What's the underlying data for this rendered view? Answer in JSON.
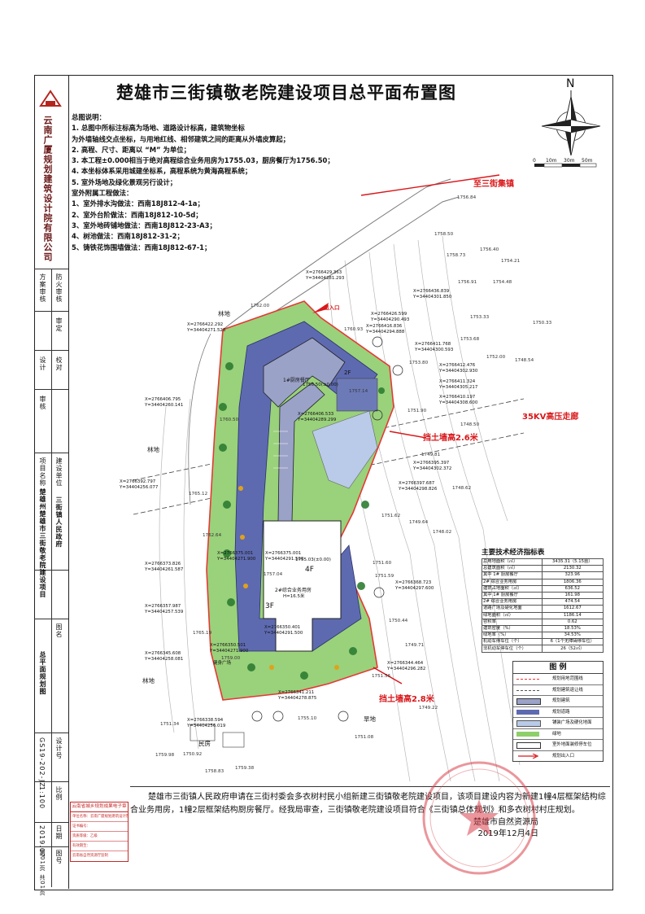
{
  "title": "楚雄市三街镇敬老院建设项目总平面布置图",
  "company": "云南广厦规划建筑设计院有限公司",
  "notes": {
    "heading": "总图说明：",
    "items": [
      "1. 总图中所标注标高为场地、道路设计标高，建筑物坐标",
      "为外墙轴线交点坐标，与用地红线、相邻建筑之间的距离从外墙皮算起；",
      "2. 高程、尺寸、距离以 “M” 为单位；",
      "3. 本工程±0.000相当于绝对高程综合业务用房为1755.03，厨房餐厅为1756.50；",
      "4. 本坐标体系采用城建坐标系，高程系统为黄海高程系统；",
      "5. 室外场地及绿化景观另行设计；",
      "室外附属工程做法：",
      "1、室外排水沟做法：西南18J812-4-1a；",
      "2、室外台阶做法：西南18J812-10-5d；",
      "3、室外地砖铺地做法：西南18J812-23-A3；",
      "4、树池做法：西南18J812-31-2；",
      "5、铸铁花饰围墙做法：西南18J812-67-1；"
    ]
  },
  "title_block": {
    "labels": [
      "防火审核",
      "方案审核",
      "审定",
      "设计",
      "校对",
      "审核",
      "建设单位",
      "项目名称",
      "图名",
      "设计号",
      "比例",
      "日期",
      "图号"
    ],
    "client": "三街镇人民政府",
    "project": "楚雄州楚雄市三街敬老院建设项目",
    "drawing": "总平面规划图",
    "design_no": "GS19-202-JZ",
    "scale": "1:100",
    "date": "2019.07",
    "sheet": "第01页 共01页"
  },
  "north_label": "N",
  "scale_bar": [
    "0",
    "10m",
    "30m",
    "50m"
  ],
  "labels": {
    "to_town": "至三街集镇",
    "corridor": "35KV高压走廊",
    "wall1": "挡土墙高2.6米",
    "wall2": "挡土墙高2.8米",
    "woodland": "林地",
    "dryland": "旱地",
    "houses": "民房",
    "entrance": "出入口",
    "kitchen": "1#厨房餐厅",
    "main_bldg": "2#综合业务用房",
    "floors_4": "4F",
    "floors_3": "3F",
    "floors_2": "2F",
    "kitchen_elev": "1756.50(±0.00)",
    "main_elev": "1755.03(±0.00)",
    "court": "健身广场",
    "h16": "H=16.5米"
  },
  "coords": [
    "X=2766429.363\nY=34404281.293",
    "X=2766436.839\nY=34404301.850",
    "X=2766426.599\nY=34404290.493",
    "X=2766422.292\nY=34404271.528",
    "X=2766416.836\nY=34404294.888",
    "X=2766411.768\nY=34404300.593",
    "X=2766412.476\nY=34404302.930",
    "X=2766411.324\nY=34404305.217",
    "X=2766410.197\nY=34404308.600",
    "X=2766406.795\nY=34404260.141",
    "X=2766406.533\nY=34404289.299",
    "X=2766395.397\nY=34404302.372",
    "X=2766392.797\nY=34404256.077",
    "X=2766397.687\nY=34404298.826",
    "X=2766375.001\nY=34404271.900",
    "X=2766375.001\nY=34404291.500",
    "X=2766373.826\nY=34404261.587",
    "X=2766368.723\nY=34404297.600",
    "X=2766357.987\nY=34404257.539",
    "X=2766350.401\nY=34404291.500",
    "X=2766350.501\nY=34404271.900",
    "X=2766345.608\nY=34404258.081",
    "X=2766344.464\nY=34404296.282",
    "X=2766341.211\nY=34404278.875",
    "X=2766338.594\nY=34404256.019"
  ],
  "elevations": [
    "1756.84",
    "1758.50",
    "1756.40",
    "1758.73",
    "1754.21",
    "1756.91",
    "1754.48",
    "1753.33",
    "1750.33",
    "1753.68",
    "1752.00",
    "1748.54",
    "1753.80",
    "1751.90",
    "1748.50",
    "1749.81",
    "1748.62",
    "1751.62",
    "1749.64",
    "1748.02",
    "1751.60",
    "1751.59",
    "1751.56",
    "1750.44",
    "1749.71",
    "1749.22",
    "1751.34",
    "1755.10",
    "1751.08",
    "1759.98",
    "1759.38",
    "1750.92",
    "1758.83",
    "1760.50",
    "1762.00",
    "1760.93",
    "1757.14",
    "1757.04",
    "1759.00",
    "1765.19",
    "1762.64",
    "1765.12"
  ],
  "indicators": {
    "title": "主要技术经济指标表",
    "rows": [
      [
        "总用地面积（㎡）",
        "3435.31（5.15亩）"
      ],
      [
        "总建筑面积（㎡）",
        "2130.32"
      ],
      [
        "其中 1# 厨房餐厅",
        "323.96"
      ],
      [
        "2# 综合业务用房",
        "1806.36"
      ],
      [
        "建筑占地面积（㎡）",
        "636.52"
      ],
      [
        "其中 1# 厨房餐厅",
        "161.98"
      ],
      [
        "2# 综合业务用房",
        "474.54"
      ],
      [
        "道路广场及硬化地面",
        "1612.67"
      ],
      [
        "绿地面积（㎡）",
        "1186.14"
      ],
      [
        "容积率",
        "0.62"
      ],
      [
        "建筑密度（%）",
        "18.53%"
      ],
      [
        "绿地率（%）",
        "34.53%"
      ],
      [
        "机动车停车位（个）",
        "6（1个无障碍停车位）"
      ],
      [
        "非机动车停车位（个）",
        "26（52㎡）"
      ]
    ]
  },
  "legend": {
    "title": "图  例",
    "items": [
      "规划用地范围线",
      "规划建筑退让线",
      "规划建筑",
      "规划道路",
      "铺装广场及硬化地面",
      "绿地",
      "室外地面装修停车位",
      "规划出入口"
    ]
  },
  "approval": {
    "text": "楚雄市三街镇人民政府申请在三街村委会多衣树村民小组新建三街镇敬老院建设项目，该项目建设内容为新建1幢4层框架结构综合业务用房，1幢2层框架结构厨房餐厅。经我局审查，三街镇敬老院建设项目符合《三街镇总体规划》和多衣树村村庄规划。",
    "authority": "楚雄市自然资源局",
    "date": "2019年12月4日"
  },
  "stamp_box": {
    "title": "云南省城乡规划成果电子章",
    "rows": [
      "单位名称：云南广厦规划建筑设计院有限公司",
      "证书编号：",
      "资质等级：乙级",
      "有效期至：",
      "云南省自然资源厅监制"
    ]
  },
  "colors": {
    "red_line": "#e53935",
    "building": "#9aa2c8",
    "road": "#5e6ab0",
    "green": "#8fcf6a",
    "paving": "#b9cbe8"
  }
}
